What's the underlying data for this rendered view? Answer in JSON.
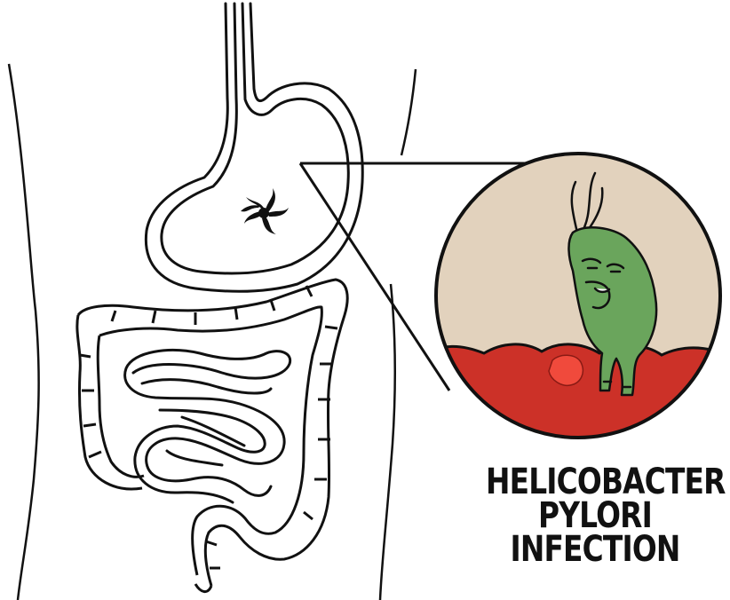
{
  "caption": {
    "line1": "HELICOBACTER",
    "line2": "PYLORI",
    "line3": "INFECTION"
  },
  "colors": {
    "outline": "#111111",
    "background": "#ffffff",
    "magnifier_fill": "#e2d2bd",
    "stomach_lining": "#cc3128",
    "ulcer": "#f04a3c",
    "bacterium": "#6aa55c",
    "bacterium_dark": "#4f8744"
  },
  "icons": [
    "bacteria-cluster-icon",
    "h-pylori-bacterium-icon"
  ]
}
